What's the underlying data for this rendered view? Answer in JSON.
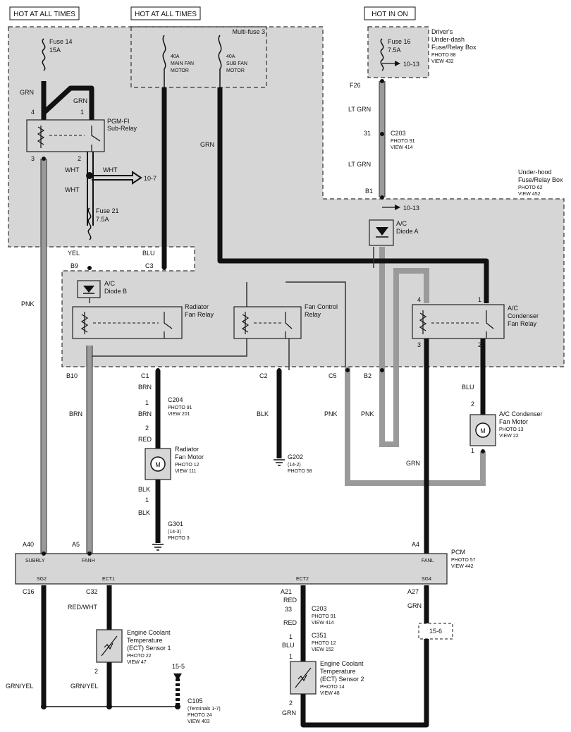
{
  "headers": {
    "hot_all_times_1": "HOT AT ALL TIMES",
    "hot_all_times_2": "HOT AT ALL TIMES",
    "hot_in_on": "HOT IN ON"
  },
  "multifuse": {
    "label": "Multi-fuse 3",
    "main_fan": [
      "40A",
      "MAIN FAN",
      "MOTOR"
    ],
    "sub_fan": [
      "40A",
      "SUB FAN",
      "MOTOR"
    ]
  },
  "fuse14": {
    "name": "Fuse 14",
    "rating": "15A"
  },
  "fuse16": {
    "name": "Fuse 16",
    "rating": "7.5A",
    "ref": "10-13"
  },
  "fuse21": {
    "name": "Fuse 21",
    "rating": "7.5A"
  },
  "drivers_box": [
    "Driver's",
    "Under-dash",
    "Fuse/Relay Box",
    "PHOTO 88",
    "VIEW 432"
  ],
  "underhood_box": [
    "Under-hood",
    "Fuse/Relay Box",
    "PHOTO 62",
    "VIEW 452"
  ],
  "pgmfi": {
    "label": [
      "PGM-FI",
      "Sub-Relay"
    ],
    "pin4": "4",
    "pin1": "1",
    "pin3": "3",
    "pin2": "2"
  },
  "wires": {
    "grn": "GRN",
    "wht": "WHT",
    "yel": "YEL",
    "blu": "BLU",
    "pnk": "PNK",
    "brn": "BRN",
    "red": "RED",
    "blk": "BLK",
    "lt_grn": "LT GRN",
    "red_wht": "RED/WHT",
    "grn_yel": "GRN/YEL"
  },
  "refs": {
    "r10_7": "10-7",
    "r10_13": "10-13",
    "r15_5": "15-5",
    "r15_6": "15-6"
  },
  "terminals": {
    "b9": "B9",
    "c3": "C3",
    "b10": "B10",
    "c1": "C1",
    "c2": "C2",
    "c5": "C5",
    "b2": "B2",
    "f26": "F26",
    "b1": "B1",
    "n31": "31"
  },
  "c203_top": [
    "C203",
    "PHOTO 91",
    "VIEW 414"
  ],
  "ac_diode_a": [
    "A/C",
    "Diode A"
  ],
  "ac_diode_b": [
    "A/C",
    "Diode B"
  ],
  "radiator_relay": [
    "Radiator",
    "Fan Relay"
  ],
  "fan_control_relay": [
    "Fan Control",
    "Relay"
  ],
  "ac_condenser_relay": [
    "A/C",
    "Condenser",
    "Fan Relay"
  ],
  "ac_relay_pins": {
    "p4": "4",
    "p1": "1",
    "p3": "3",
    "p2": "2"
  },
  "c204": [
    "C204",
    "PHOTO 91",
    "VIEW 201"
  ],
  "radiator_fan_motor": [
    "Radiator",
    "Fan Motor",
    "PHOTO 12",
    "VIEW 111"
  ],
  "g202": [
    "G202",
    "(14-2)",
    "PHOTO 58"
  ],
  "g301": [
    "G301",
    "(14-3)",
    "PHOTO 3"
  ],
  "ac_condenser_motor": [
    "A/C Condenser",
    "Fan Motor",
    "PHOTO 13",
    "VIEW 22"
  ],
  "pins": {
    "p1": "1",
    "p2": "2"
  },
  "pcm": {
    "label": [
      "PCM",
      "PHOTO 57",
      "VIEW 442"
    ],
    "top_pins": [
      "A40",
      "A5",
      "A4"
    ],
    "top_names": [
      "SUBRLY",
      "FANH",
      "FANL"
    ],
    "bottom_names": [
      "SG2",
      "ECT1",
      "ECT2",
      "SG4"
    ],
    "bottom_pins": [
      "C16",
      "C32",
      "A21",
      "A27"
    ]
  },
  "ect1": [
    "Engine Coolant",
    "Temperature",
    "(ECT) Sensor 1",
    "PHOTO 22",
    "VIEW 47"
  ],
  "ect2": [
    "Engine Coolant",
    "Temperature",
    "(ECT) Sensor 2",
    "PHOTO 14",
    "VIEW 48"
  ],
  "c203_bottom": {
    "pin": "33",
    "lines": [
      "C203",
      "PHOTO 91",
      "VIEW 414"
    ]
  },
  "c351": [
    "C351",
    "PHOTO 12",
    "VIEW 152"
  ],
  "c105": [
    "C105",
    "(Terminals 1-7)",
    "PHOTO 24",
    "VIEW 403"
  ],
  "colors": {
    "shade": "#d6d6d6",
    "wire_black": "#111111",
    "wire_gray": "#9a9a9a",
    "line": "#333333"
  }
}
